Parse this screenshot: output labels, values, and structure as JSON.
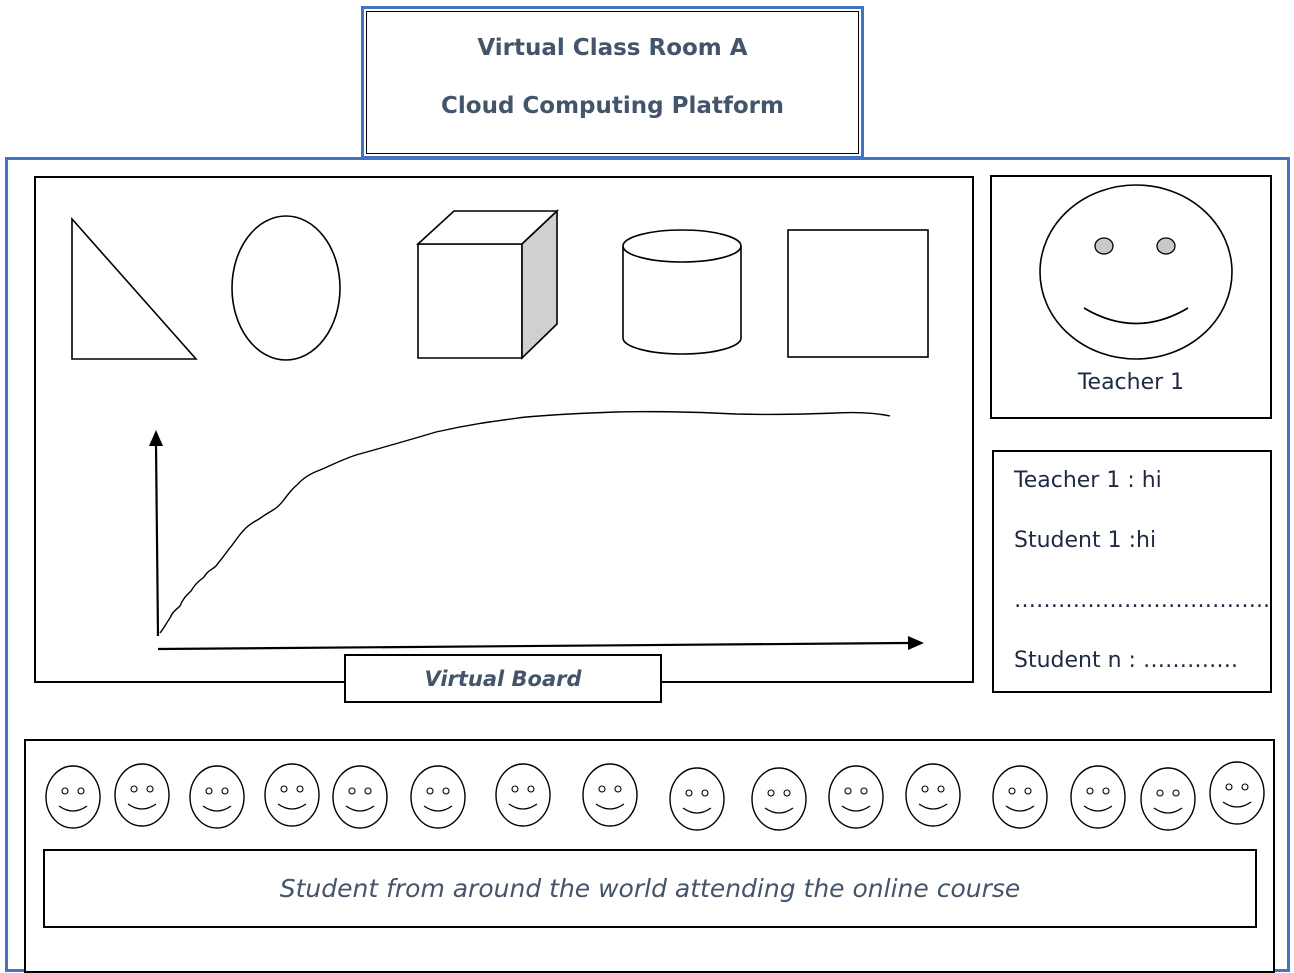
{
  "header": {
    "title": "Virtual Class Room A",
    "subtitle": "Cloud Computing Platform"
  },
  "board": {
    "label": "Virtual Board",
    "shapes": [
      "triangle",
      "ellipse",
      "cube",
      "cylinder",
      "square"
    ]
  },
  "teacher": {
    "label": "Teacher 1",
    "avatar_icon": "smiley-face-icon"
  },
  "chat": {
    "lines": [
      "Teacher 1 : hi",
      "Student 1 :hi",
      "……………………………..",
      "Student n : …………."
    ]
  },
  "students": {
    "count": 16,
    "avatar_icon": "smiley-face-icon",
    "caption": "Student from around the world attending the online course"
  },
  "colors": {
    "frame_blue": "#4472c4",
    "text_slate": "#44546a",
    "cube_side": "#d0d0d0",
    "eye_gray": "#c8c8c8"
  }
}
